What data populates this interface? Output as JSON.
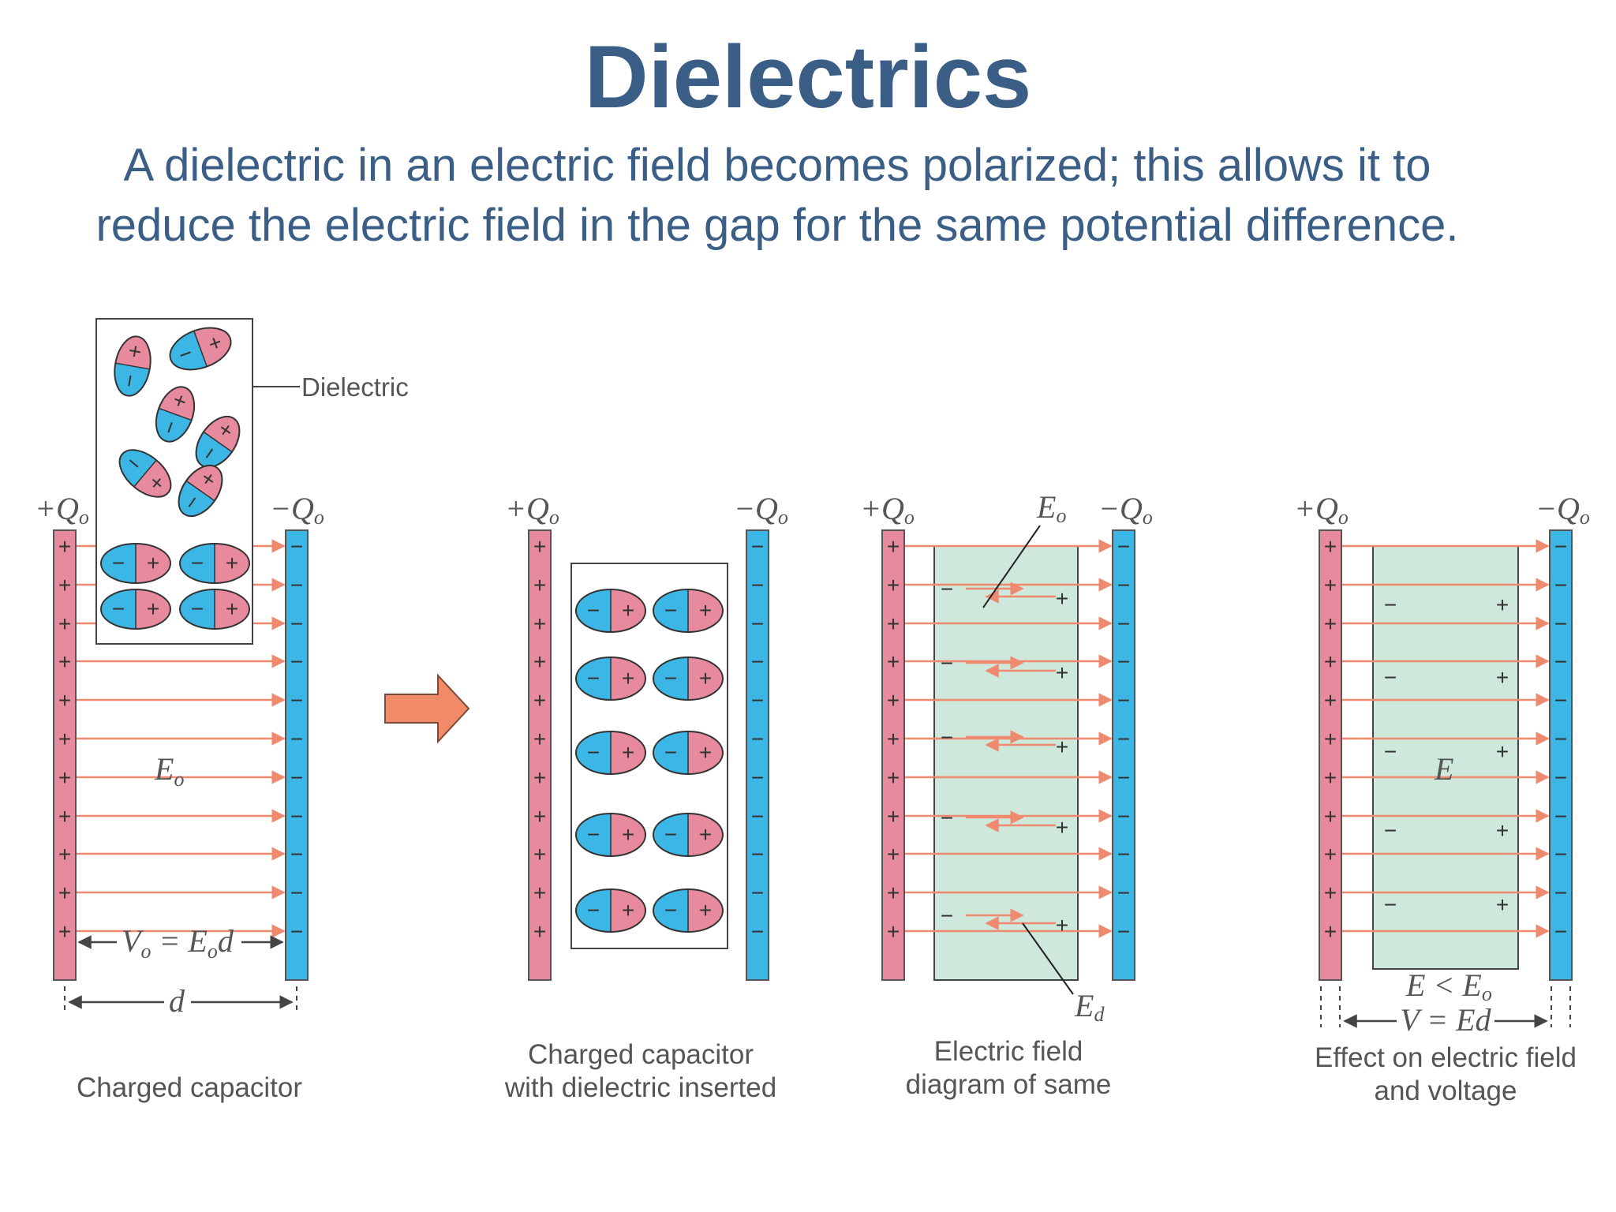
{
  "title": "Dielectrics",
  "subtitle": "A dielectric in an electric field becomes polarized; this allows it to reduce the electric field in the gap for the same potential difference.",
  "colors": {
    "title": "#3a5e86",
    "positive_plate": "#e88a9e",
    "negative_plate": "#3cb6e4",
    "field_line": "#ef8a6e",
    "dielectric_fill": "#cfe8dc",
    "arrow": "#f08a68"
  },
  "figure": {
    "panel_a": {
      "plus_charge": "+Q",
      "minus_charge": "−Q",
      "charge_sub": "o",
      "dielectric_label": "Dielectric",
      "field_label": "E",
      "field_sub": "o",
      "voltage_label_parts": [
        "V",
        "o",
        " = E",
        "o",
        "d"
      ],
      "distance_label": "d",
      "caption": "Charged capacitor"
    },
    "panel_b": {
      "plus_charge": "+Q",
      "minus_charge": "−Q",
      "charge_sub": "o",
      "caption_line1": "Charged capacitor",
      "caption_line2": "with dielectric inserted"
    },
    "panel_c": {
      "plus_charge": "+Q",
      "minus_charge": "−Q",
      "charge_sub": "o",
      "field_label": "E",
      "field_sub": "o",
      "dipole_field_label": "E",
      "dipole_field_sub": "d",
      "caption_line1": "Electric field",
      "caption_line2": "diagram of same"
    },
    "panel_d": {
      "plus_charge": "+Q",
      "minus_charge": "−Q",
      "charge_sub": "o",
      "field_label": "E",
      "inequality_parts": [
        "E < E",
        "o"
      ],
      "voltage_label": "V = Ed",
      "caption_line1": "Effect on electric field",
      "caption_line2": "and voltage"
    }
  }
}
